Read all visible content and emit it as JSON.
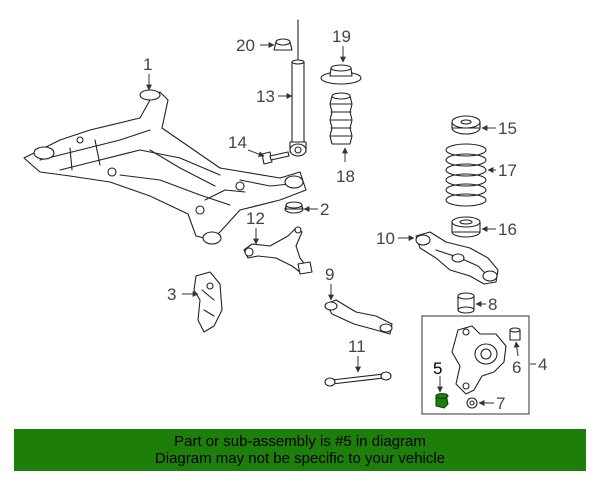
{
  "callouts": {
    "c1": "1",
    "c2": "2",
    "c3": "3",
    "c4": "4",
    "c5": "5",
    "c6": "6",
    "c7": "7",
    "c8": "8",
    "c9": "9",
    "c10": "10",
    "c11": "11",
    "c12": "12",
    "c13": "13",
    "c14": "14",
    "c15": "15",
    "c16": "16",
    "c17": "17",
    "c18": "18",
    "c19": "19",
    "c20": "20"
  },
  "banner": {
    "line1": "Part or sub-assembly is #5 in diagram",
    "line2": "Diagram may not be specific to your vehicle"
  },
  "colors": {
    "highlight": "#1e7e0a",
    "banner_bg": "#1e7e0a"
  }
}
